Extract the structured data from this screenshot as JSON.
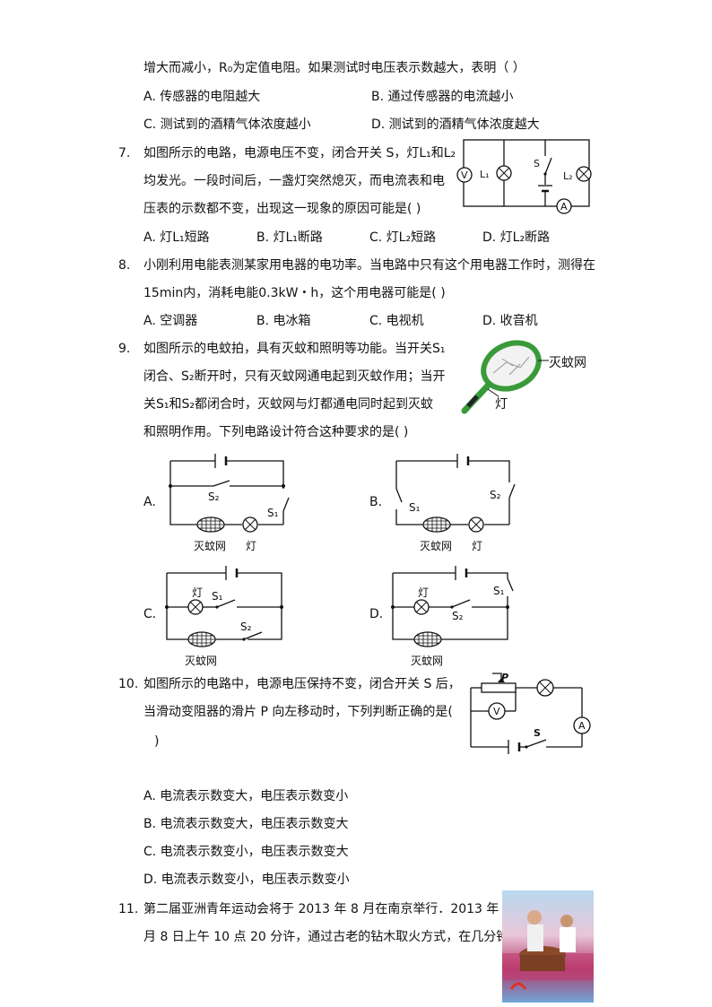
{
  "lines": {
    "intro_line": "增大而减小，R₀为定值电阻。如果测试时电压表示数越大，表明（   ）",
    "q6_a": "A.  传感器的电阻越大",
    "q6_b": "B.  通过传感器的电流越小",
    "q6_c": "C.  测试到的酒精气体浓度越小",
    "q6_d": "D.  测试到的酒精气体浓度越大",
    "q7_num": "7.",
    "q7_l1": "如图所示的电路，电源电压不变，闭合开关 S，灯L₁和L₂",
    "q7_l2": "均发光。一段时间后，一盏灯突然熄灭，而电流表和电",
    "q7_l3": "压表的示数都不变，出现这一现象的原因可能是(    )",
    "q7_a": "A.  灯L₁短路",
    "q7_b": "B.  灯L₁断路",
    "q7_c": "C.  灯L₂短路",
    "q7_d": "D.  灯L₂断路",
    "q8_num": "8.",
    "q8_l1": "小刚利用电能表测某家用电器的电功率。当电路中只有这个用电器工作时，测得在",
    "q8_l2": "15min内，消耗电能0.3kW・h，这个用电器可能是(    )",
    "q8_a": "A.  空调器",
    "q8_b": "B.  电冰箱",
    "q8_c": "C.  电视机",
    "q8_d": "D.  收音机",
    "q9_num": "9.",
    "q9_l1": "如图所示的电蚊拍，具有灭蚊和照明等功能。当开关S₁",
    "q9_l2": "闭合、S₂断开时，只有灭蚊网通电起到灭蚊作用；当开",
    "q9_l3": "关S₁和S₂都闭合时，灭蚊网与灯都通电同时起到灭蚊",
    "q9_l4": "和照明作用。下列电路设计符合这种要求的是(    )",
    "q10_num": "10.",
    "q10_l1": "如图所示的电路中，电源电压保持不变，闭合开关 S 后，",
    "q10_l2": "当滑动变阻器的滑片 P 向左移动时，下列判断正确的是(",
    "q10_l3": ")",
    "q10_a": "A.  电流表示数变大，电压表示数变小",
    "q10_b": "B.  电流表示数变大，电压表示数变大",
    "q10_c": "C.  电流表示数变小，电压表示数变大",
    "q10_d": "D.  电流表示数变小，电压表示数变小",
    "q11_num": "11.",
    "q11_l1": "第二届亚洲青年运动会将于 2013 年 8 月在南京举行．2013 年 5",
    "q11_l2": "月 8 日上午 10 点 20 分许，通过古老的钻木取火方式，在几分钟"
  },
  "figures": {
    "q7": {
      "v": "V",
      "l1": "L₁",
      "s": "S",
      "l2": "L₂",
      "a": "A"
    },
    "q9_racket": {
      "net": "灭蚊网",
      "lamp": "灯"
    },
    "q9_options": {
      "A": {
        "letter": "A.",
        "s2": "S₂",
        "s1": "S₁",
        "net": "灭蚊网",
        "lamp": "灯"
      },
      "B": {
        "letter": "B.",
        "s1": "S₁",
        "s2": "S₂",
        "net": "灭蚊网",
        "lamp": "灯"
      },
      "C": {
        "letter": "C.",
        "lamp": "灯",
        "s1": "S₁",
        "s2": "S₂",
        "net": "灭蚊网"
      },
      "D": {
        "letter": "D.",
        "lamp": "灯",
        "s1": "S₁",
        "s2": "S₂",
        "net": "灭蚊网"
      }
    },
    "q10": {
      "p": "P",
      "v": "V",
      "a": "A",
      "s": "S"
    }
  },
  "colors": {
    "text": "#111111",
    "racket_green": "#3a9a3a"
  }
}
